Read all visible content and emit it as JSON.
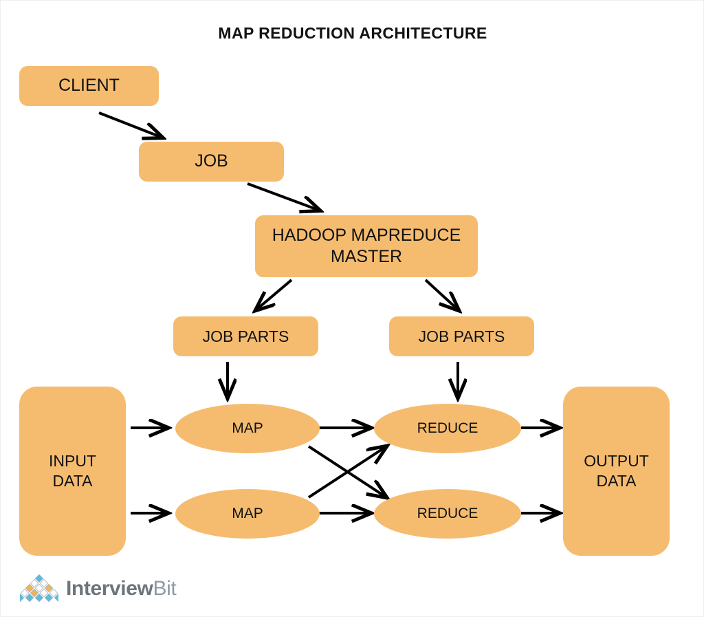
{
  "title": "MAP REDUCTION ARCHITECTURE",
  "colors": {
    "node_fill": "#f5bc70",
    "node_text": "#111111",
    "arrow": "#000000",
    "title_text": "#121212",
    "background": "#ffffff",
    "logo_blue": "#5bbcdf",
    "logo_orange": "#f0b357",
    "logo_white": "#ffffff",
    "logo_word_strong": "#6d757c",
    "logo_word_light": "#8e9aa3"
  },
  "nodes": {
    "client": {
      "label": "CLIENT",
      "shape": "rounded-rect"
    },
    "job": {
      "label": "JOB",
      "shape": "rounded-rect"
    },
    "master": {
      "label": "HADOOP MAPREDUCE\nMASTER",
      "line1": "HADOOP MAPREDUCE",
      "line2": "MASTER",
      "shape": "rounded-rect"
    },
    "job_parts_left": {
      "label": "JOB PARTS",
      "shape": "rounded-rect"
    },
    "job_parts_right": {
      "label": "JOB PARTS",
      "shape": "rounded-rect"
    },
    "map_top": {
      "label": "MAP",
      "shape": "ellipse"
    },
    "map_bottom": {
      "label": "MAP",
      "shape": "ellipse"
    },
    "reduce_top": {
      "label": "REDUCE",
      "shape": "ellipse"
    },
    "reduce_bottom": {
      "label": "REDUCE",
      "shape": "ellipse"
    },
    "input_data": {
      "line1": "INPUT",
      "line2": "DATA",
      "shape": "rounded-rect"
    },
    "output_data": {
      "line1": "OUTPUT",
      "line2": "DATA",
      "shape": "rounded-rect"
    }
  },
  "edges": [
    {
      "from": "client",
      "to": "job",
      "style": "diagonal-arrow"
    },
    {
      "from": "job",
      "to": "master",
      "style": "diagonal-arrow"
    },
    {
      "from": "master",
      "to": "job_parts_left",
      "style": "diagonal-arrow"
    },
    {
      "from": "master",
      "to": "job_parts_right",
      "style": "diagonal-arrow"
    },
    {
      "from": "job_parts_left",
      "to": "map_top",
      "style": "vertical-arrow"
    },
    {
      "from": "job_parts_right",
      "to": "reduce_top",
      "style": "vertical-arrow"
    },
    {
      "from": "input_data",
      "to": "map_top",
      "style": "horizontal-arrow"
    },
    {
      "from": "input_data",
      "to": "map_bottom",
      "style": "horizontal-arrow"
    },
    {
      "from": "map_top",
      "to": "reduce_top",
      "style": "horizontal-arrow"
    },
    {
      "from": "map_bottom",
      "to": "reduce_bottom",
      "style": "horizontal-arrow"
    },
    {
      "from": "map_top",
      "to": "reduce_bottom",
      "style": "crossing-arrow"
    },
    {
      "from": "map_bottom",
      "to": "reduce_top",
      "style": "crossing-arrow"
    },
    {
      "from": "reduce_top",
      "to": "output_data",
      "style": "horizontal-arrow"
    },
    {
      "from": "reduce_bottom",
      "to": "output_data",
      "style": "horizontal-arrow"
    }
  ],
  "brand": {
    "word_strong": "Interview",
    "word_light": "Bit",
    "logo_name": "interviewbit-diamond-logo"
  }
}
